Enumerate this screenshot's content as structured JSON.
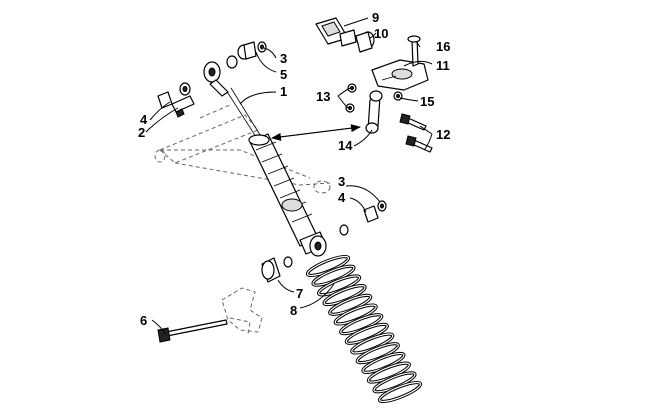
{
  "callouts": {
    "c1": "1",
    "c2": "2",
    "c3a": "3",
    "c3b": "3",
    "c4a": "4",
    "c4b": "4",
    "c5": "5",
    "c6": "6",
    "c7": "7",
    "c8": "8",
    "c9": "9",
    "c10": "10",
    "c11": "11",
    "c12": "12",
    "c13": "13",
    "c14": "14",
    "c15": "15",
    "c16": "16"
  },
  "spring": {
    "coils": 14
  }
}
